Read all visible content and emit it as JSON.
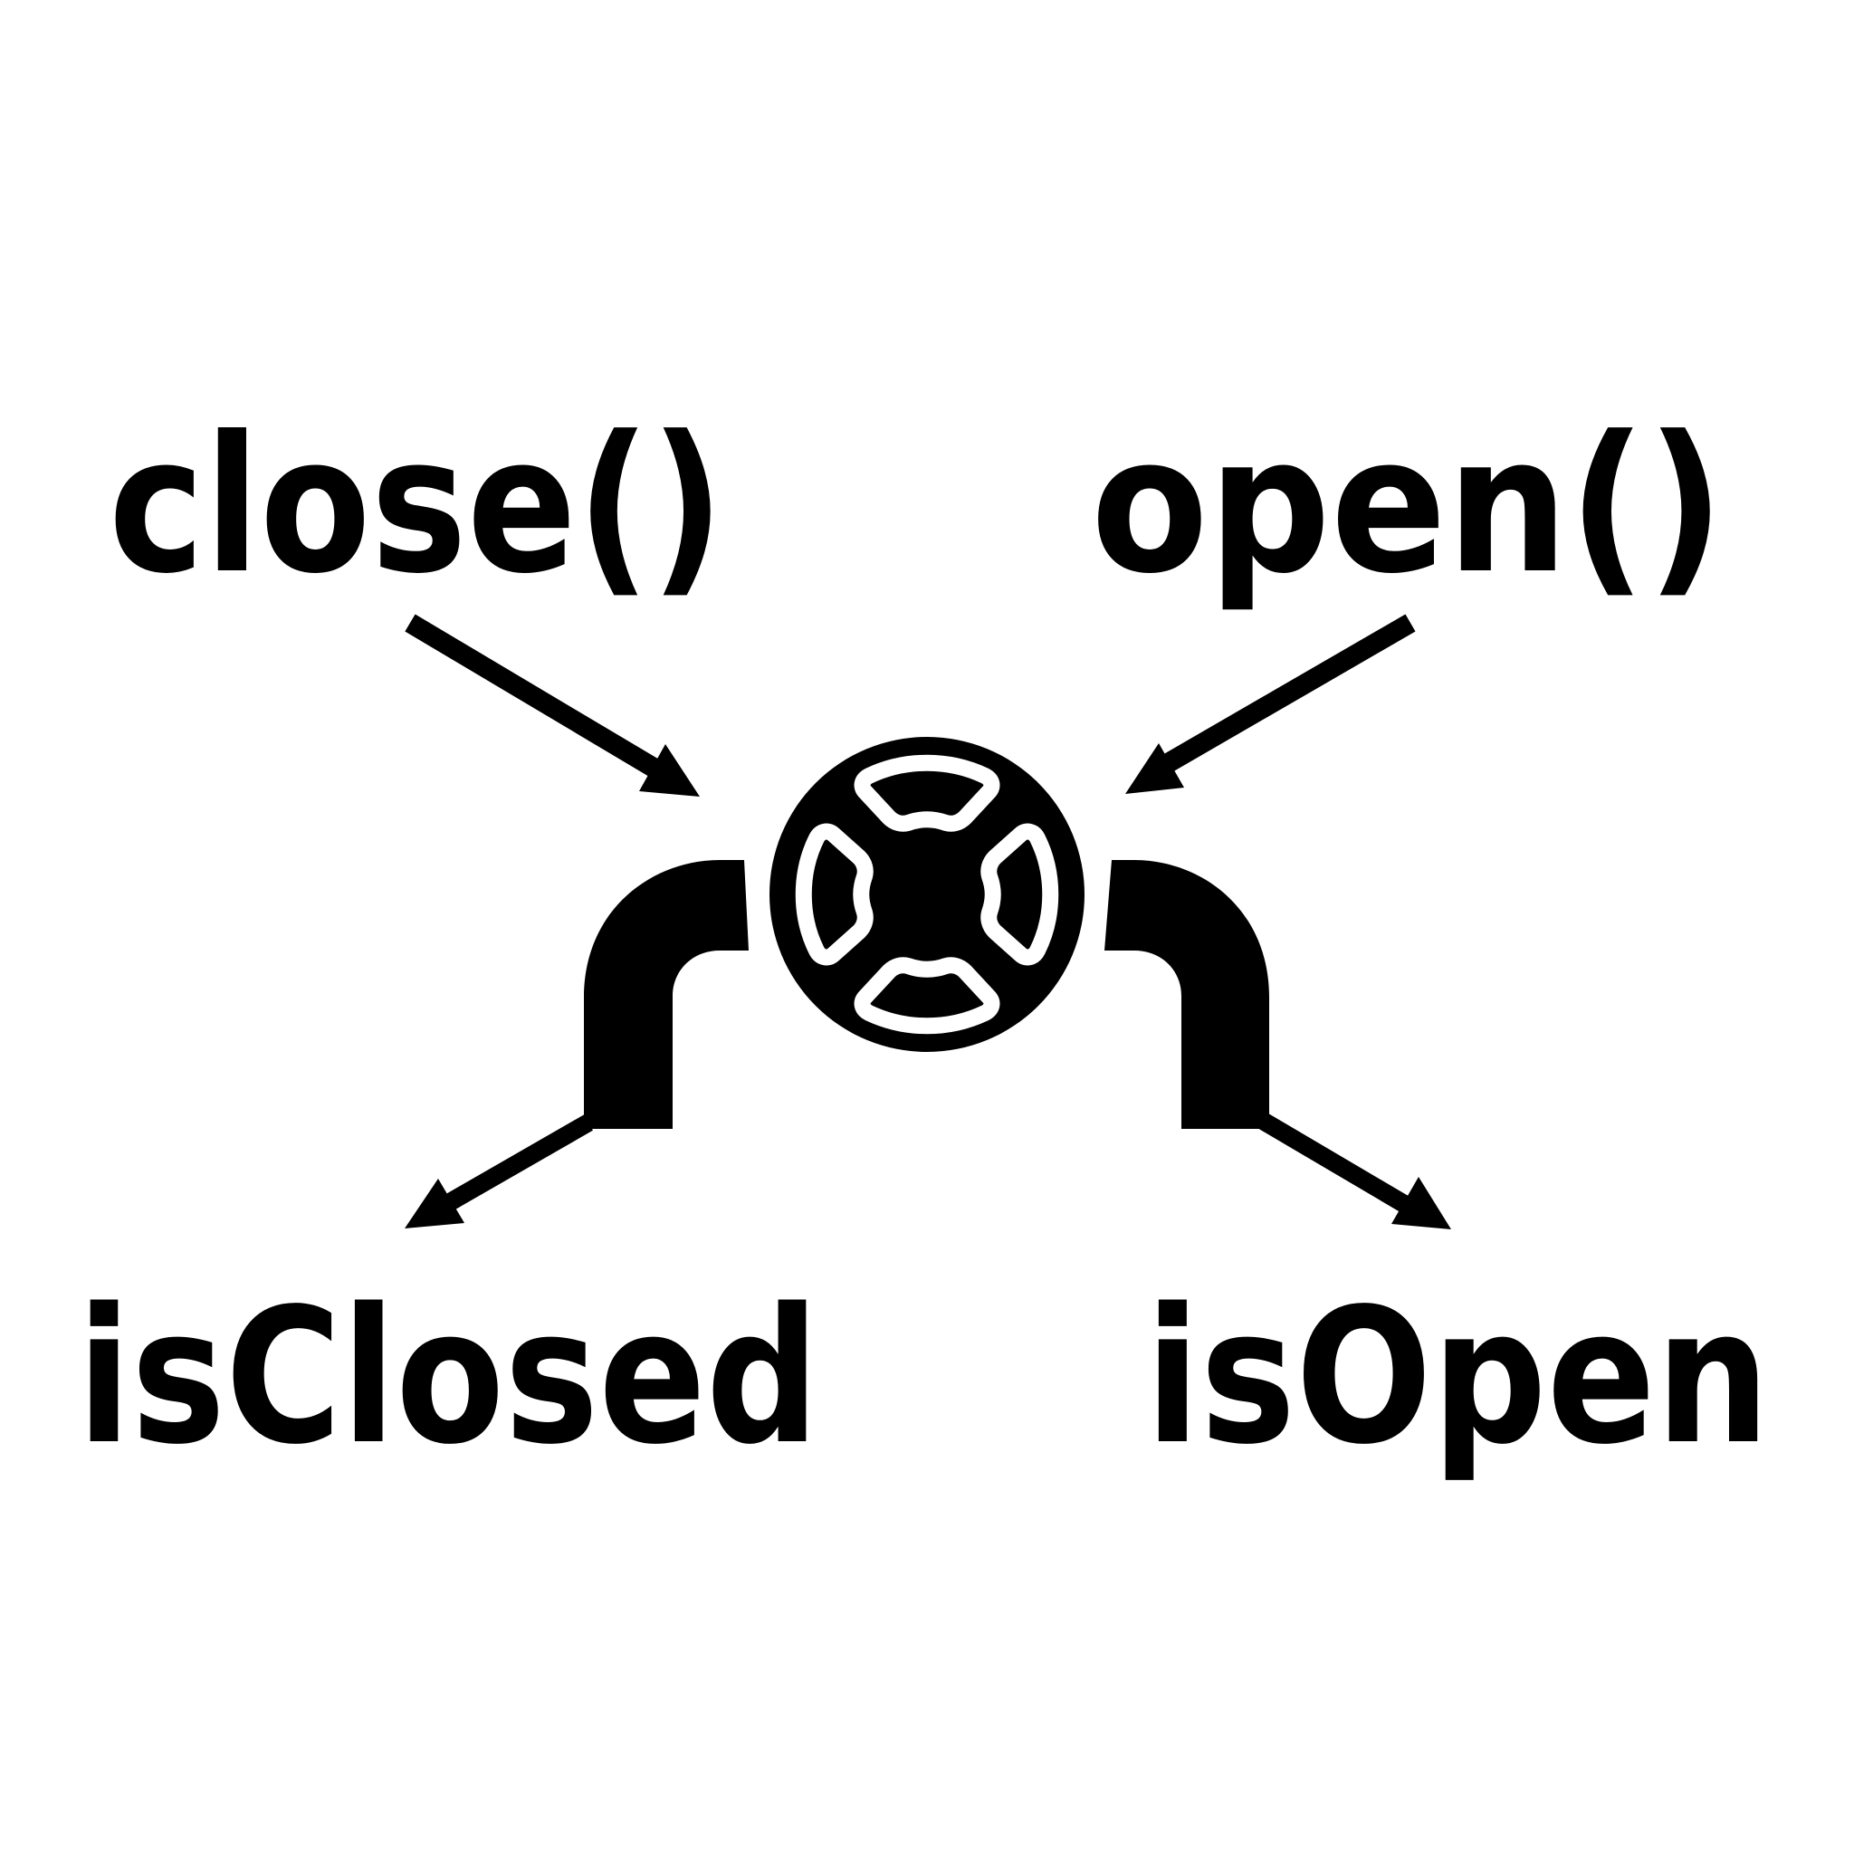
{
  "diagram": {
    "method_close": "close()",
    "method_open": "open()",
    "state_closed": "isClosed",
    "state_open": "isOpen",
    "valve_icon": "valve-wheel-icon",
    "pipe_icon": "pipe-elbow-icon",
    "arrow_icon": "arrow-icon",
    "ink_color": "#000000",
    "background_color": "#ffffff"
  }
}
